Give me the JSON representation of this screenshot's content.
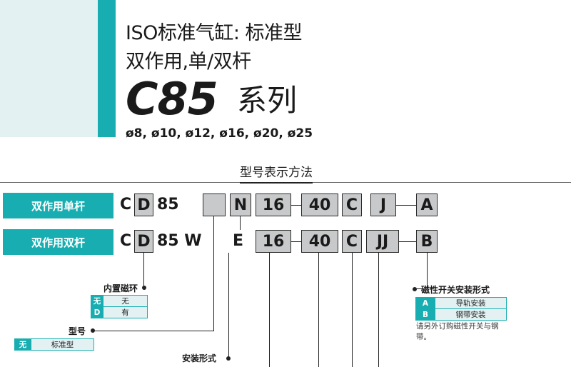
{
  "header": {
    "title_line1": "ISO标准气缸: 标准型",
    "title_line2": "双作用,单/双杆",
    "series_code": "C85",
    "series_word": "系列",
    "bore_sizes": "ø8, ø10, ø12, ø16, ø20, ø25"
  },
  "section": {
    "title": "型号表示方法"
  },
  "rows": [
    {
      "label": "双作用单杆",
      "prefix_c": "C",
      "prefix_d": "D",
      "model": "85",
      "mount_box": "",
      "n_box": "N",
      "bore": "16",
      "stroke": "40",
      "c_box": "C",
      "switch_box": "J",
      "switch_mount": "A"
    },
    {
      "label": "双作用双杆",
      "prefix_c": "C",
      "prefix_d": "D",
      "model": "85 W",
      "mount_letter": "E",
      "bore": "16",
      "stroke": "40",
      "c_box": "C",
      "switch_box": "JJ",
      "switch_mount": "B"
    }
  ],
  "magnet": {
    "label": "内置磁环",
    "options": [
      {
        "key": "无",
        "value": "无"
      },
      {
        "key": "D",
        "value": "有"
      }
    ]
  },
  "type": {
    "label": "型号",
    "options": [
      {
        "key": "无",
        "value": "标准型"
      }
    ]
  },
  "mount_style": {
    "label": "安装形式"
  },
  "switch_mount": {
    "label": "磁性开关安装形式",
    "options": [
      {
        "key": "A",
        "value": "导轨安装"
      },
      {
        "key": "B",
        "value": "钢带安装"
      }
    ],
    "note_line1": "请另外订购磁性开关与钢",
    "note_line2": "带。"
  }
}
